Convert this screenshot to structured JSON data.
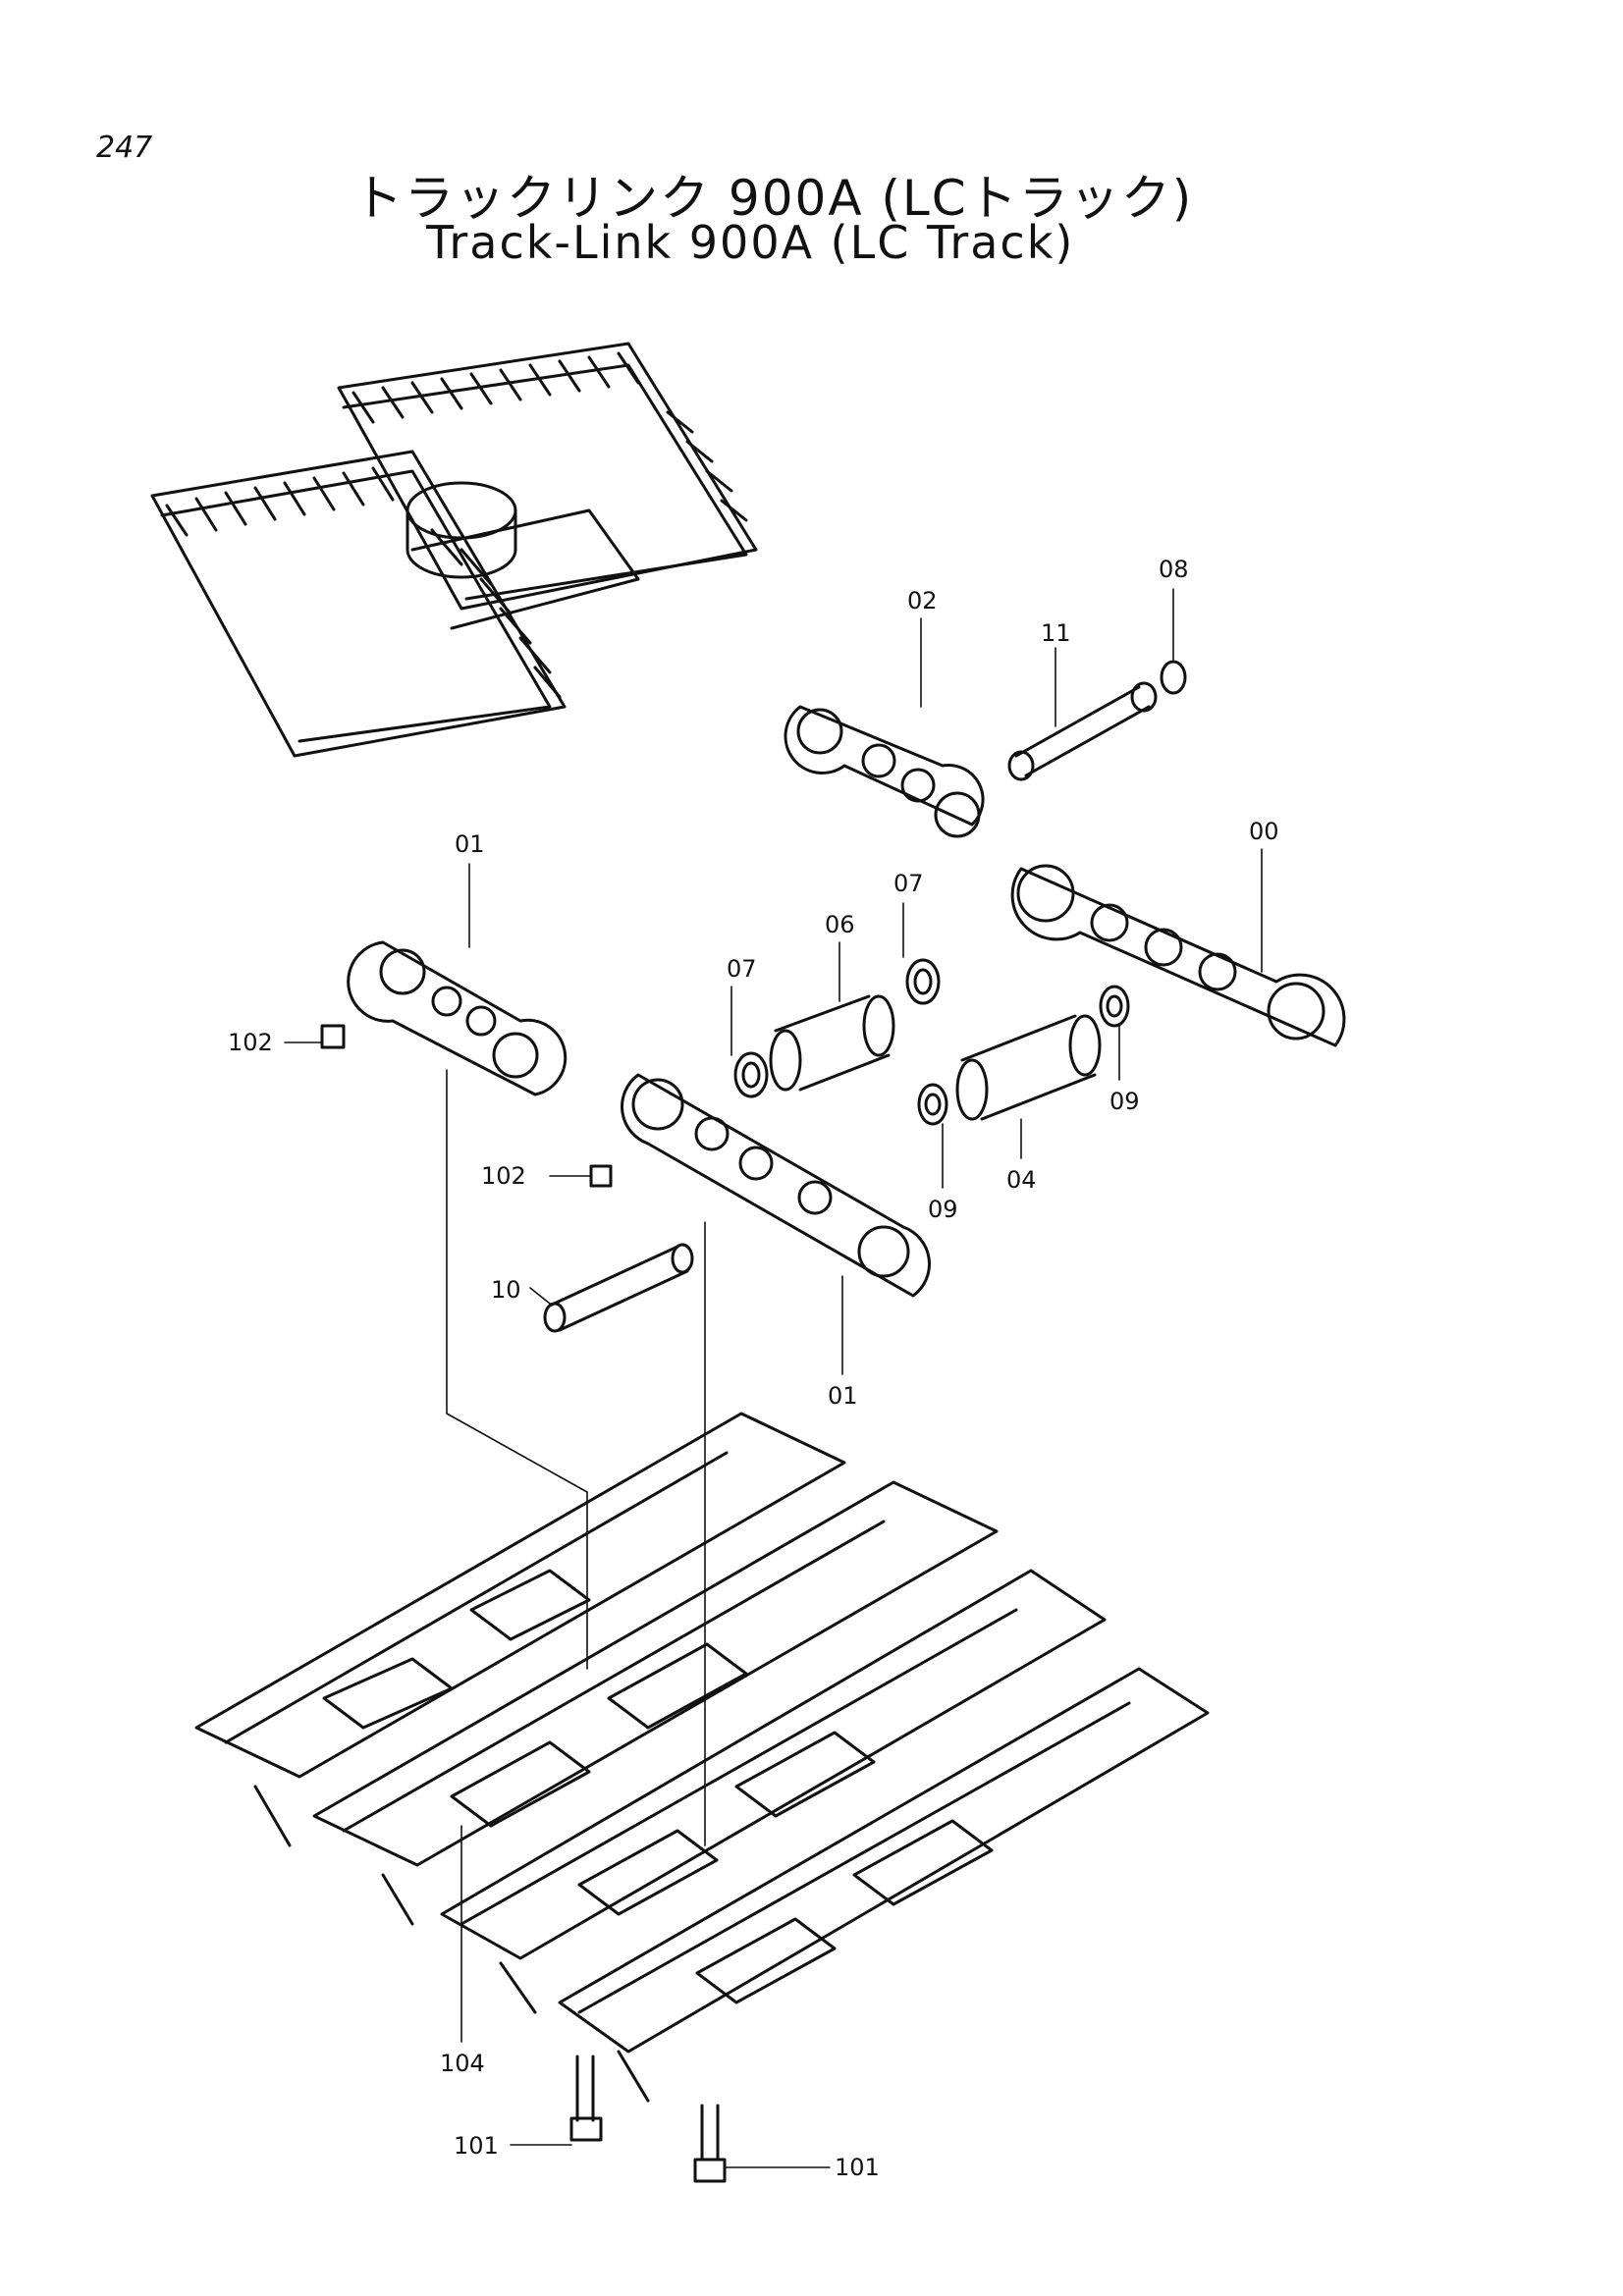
{
  "page": {
    "number": "247",
    "title_jp": "トラックリンク 900A (LCトラック)",
    "title_en": "Track-Link 900A (LC Track)"
  },
  "callouts": {
    "c00": "00",
    "c01_top": "01",
    "c01_bottom": "01",
    "c02": "02",
    "c04": "04",
    "c06": "06",
    "c07_left": "07",
    "c07_right": "07",
    "c08": "08",
    "c09_left": "09",
    "c09_right": "09",
    "c10": "10",
    "c11": "11",
    "c101_left": "101",
    "c101_right": "101",
    "c102_top": "102",
    "c102_mid": "102",
    "c104": "104"
  }
}
